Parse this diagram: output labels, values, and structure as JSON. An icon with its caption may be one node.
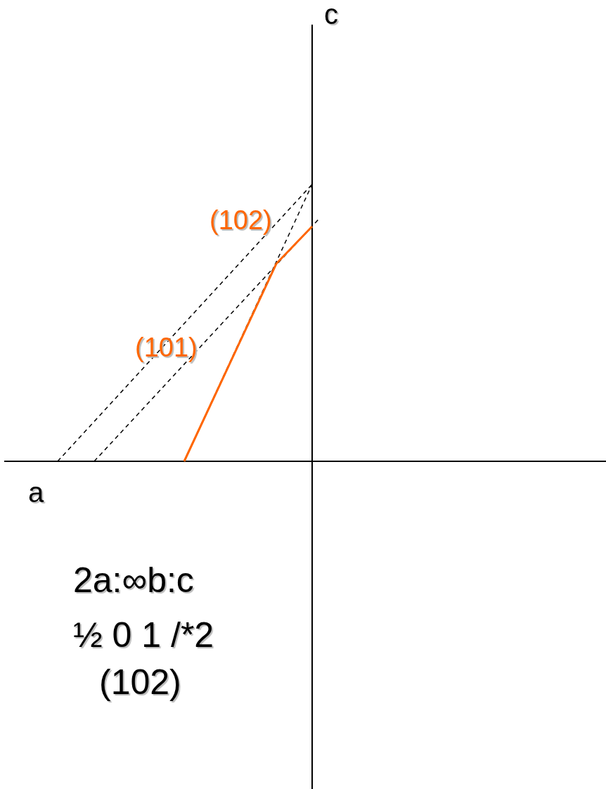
{
  "diagram": {
    "labels": [
      "c",
      "(102)",
      "(101)",
      "a",
      "2a:∞b:c",
      "½ 0 1 /*2",
      "(102)"
    ]
  }
}
